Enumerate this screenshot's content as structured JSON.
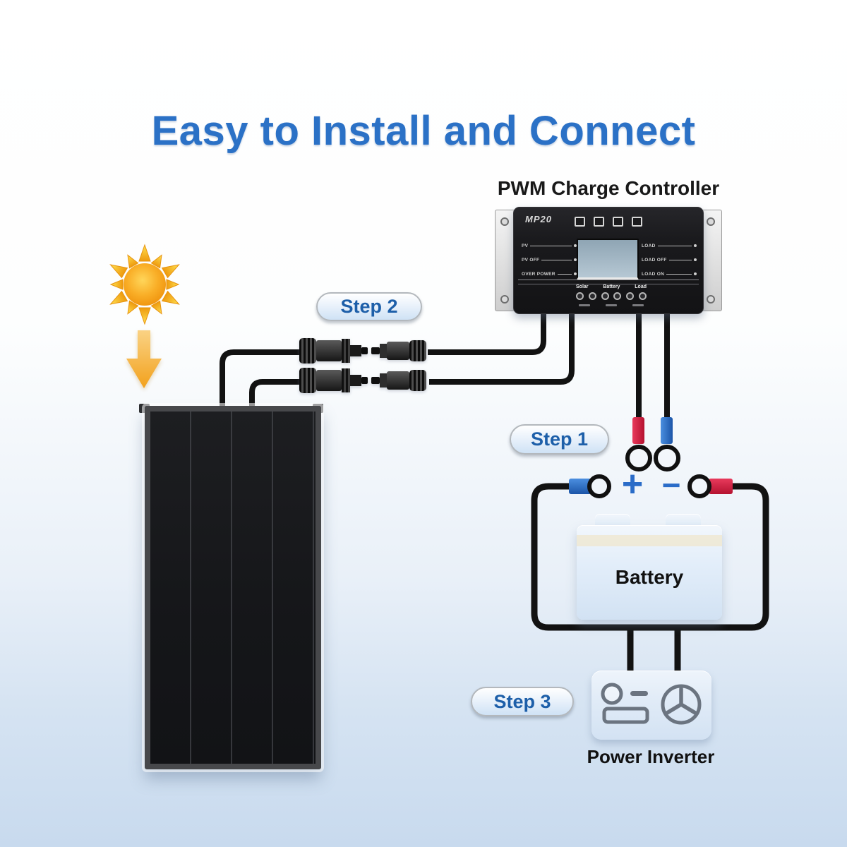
{
  "title": "Easy to Install and Connect",
  "controller": {
    "label": "PWM Charge Controller",
    "brand": "MP20",
    "legend_left": [
      "PV",
      "PV OFF",
      "OVER POWER"
    ],
    "legend_right": [
      "LOAD",
      "LOAD OFF",
      "LOAD ON"
    ],
    "terminals": [
      "Solar",
      "Battery",
      "Load"
    ]
  },
  "steps": {
    "step1": "Step 1",
    "step2": "Step 2",
    "step3": "Step 3"
  },
  "battery": {
    "label": "Battery",
    "positive": "+",
    "negative": "−"
  },
  "inverter": {
    "label": "Power Inverter"
  },
  "icons": {
    "sun": "sun-icon",
    "down_arrow": "down-arrow-icon",
    "socket": "socket-icon",
    "display": "display-icon",
    "fan": "fan-icon",
    "mc4_connector": "mc4-connector-icon",
    "ring_terminal": "ring-terminal-icon"
  },
  "colors": {
    "title_blue": "#2b71c6",
    "step_label_blue": "#1d5fa9",
    "wire_black": "#121212",
    "ring_sleeve_red": "#cf1f3e",
    "ring_sleeve_blue": "#2a63b8",
    "plus_minus_blue": "#2a6cc8",
    "sun_orange": "#f59d17",
    "arrow_orange": "#f2a31d",
    "background_blue": "#c8daee"
  }
}
